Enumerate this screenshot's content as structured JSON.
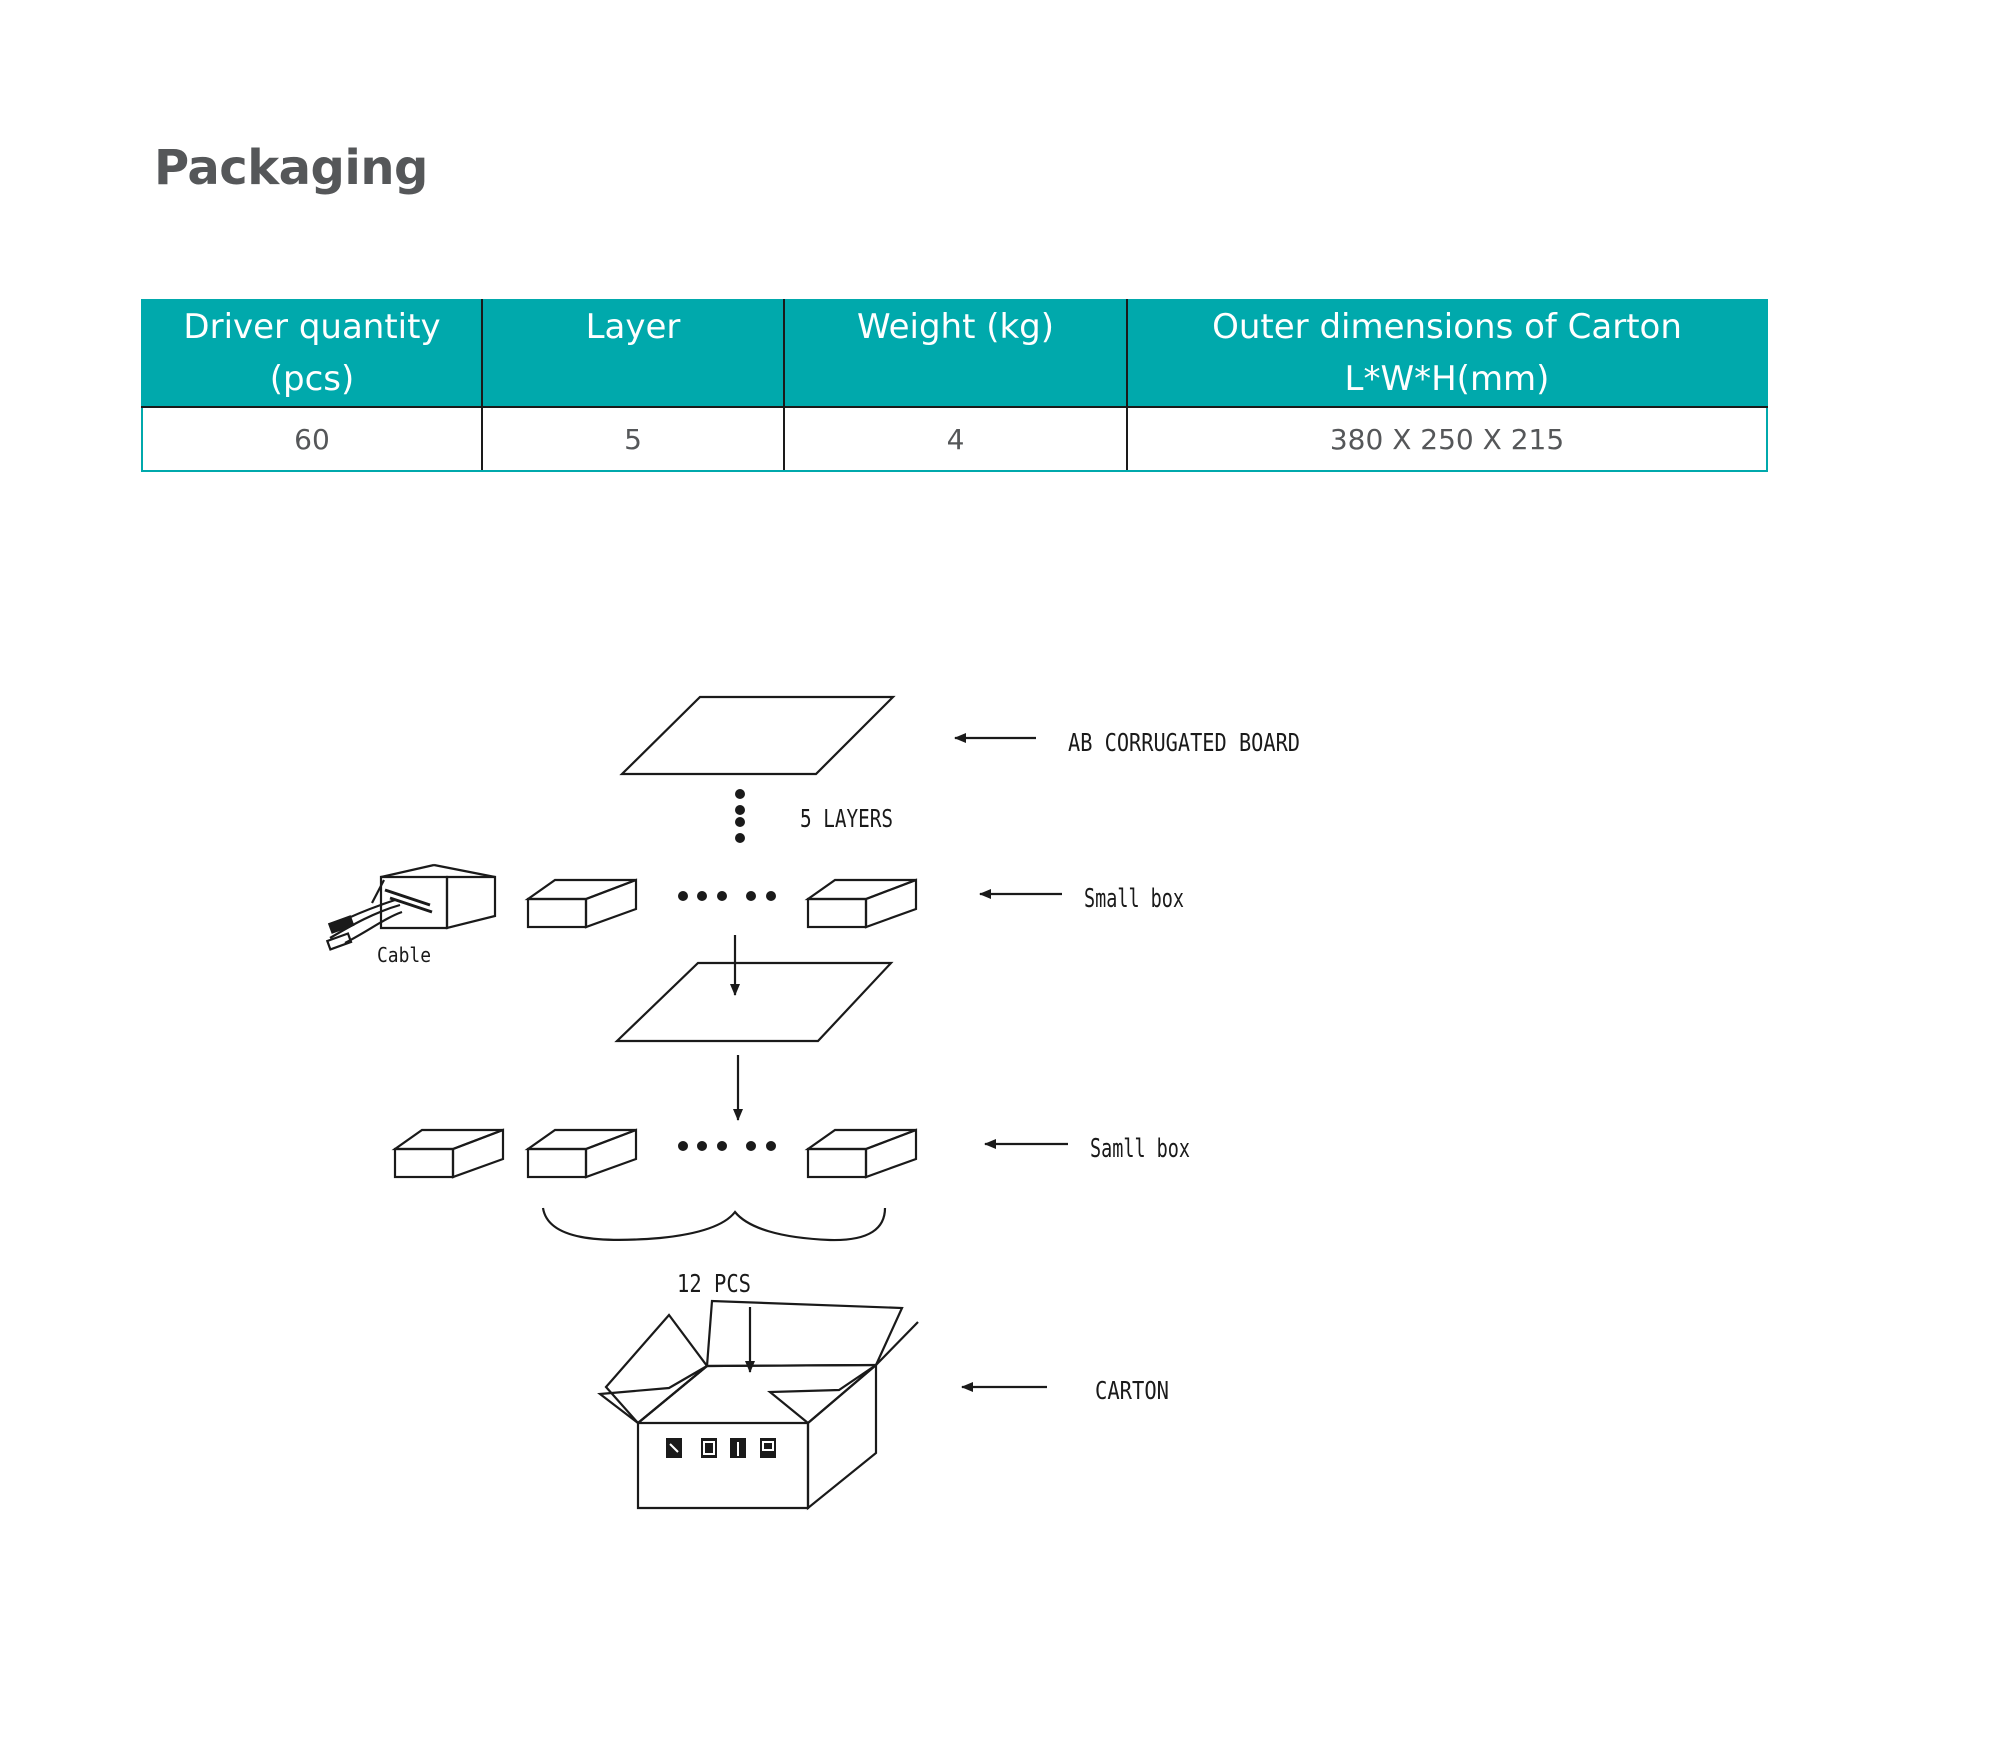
{
  "page": {
    "title": "Packaging"
  },
  "table": {
    "headers": [
      {
        "line1": "Driver quantity",
        "line2": "(pcs)"
      },
      {
        "line1": "Layer",
        "line2": ""
      },
      {
        "line1": "Weight (kg)",
        "line2": ""
      },
      {
        "line1": "Outer dimensions of Carton",
        "line2": "L*W*H(mm)"
      }
    ],
    "row": {
      "quantity": "60",
      "layer": "5",
      "weight": "4",
      "dimensions": "380 X 250 X 215"
    }
  },
  "diagram": {
    "board_label": "AB CORRUGATED BOARD",
    "layers_label": "5 LAYERS",
    "small_box_label_1": "Small box",
    "small_box_label_2": "Samll box",
    "cable_label": "Cable",
    "pcs_label": "12 PCS",
    "carton_label": "CARTON"
  },
  "colors": {
    "accent": "#00a9ac",
    "title": "#555759",
    "text": "#555759"
  }
}
